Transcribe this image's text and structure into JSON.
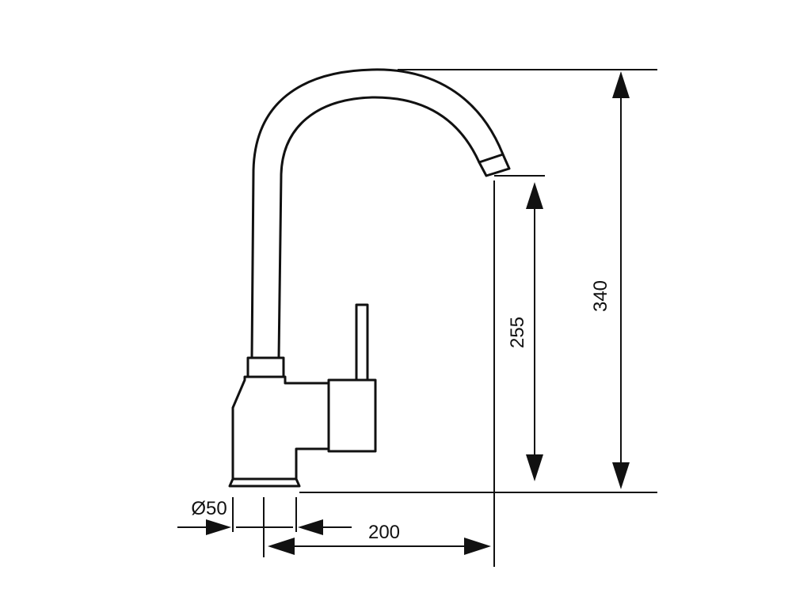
{
  "dimensions": {
    "total_height": "340",
    "spout_height": "255",
    "reach": "200",
    "base_diameter": "Ø50"
  }
}
